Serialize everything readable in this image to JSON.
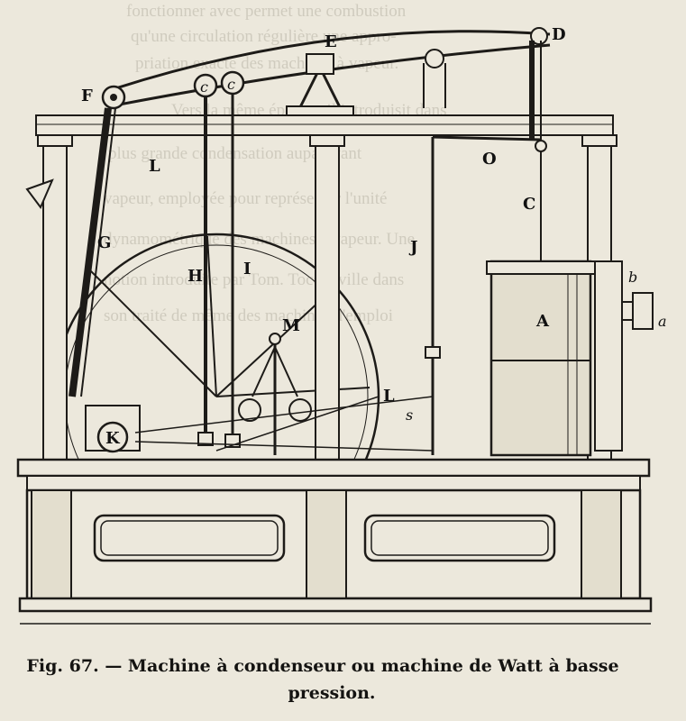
{
  "figure": {
    "caption_line1": "Fig. 67. — Machine à condenseur ou machine de Watt à basse",
    "caption_line2": "pression.",
    "labels": {
      "A": "A",
      "C": "C",
      "D": "D",
      "E": "E",
      "F": "F",
      "G": "G",
      "H": "H",
      "I": "I",
      "J": "J",
      "K": "K",
      "L1": "L",
      "L2": "L",
      "M": "M",
      "O": "O",
      "c1": "c",
      "c2": "c",
      "b": "b",
      "a": "a",
      "s": "s"
    }
  },
  "bleed_through": [
    "fonctionner avec permet une combustion",
    "qu'une circulation régulière une appro-",
    "priation exacte des machines à vapeur.",
    "Vers la même époque, il introduisit dans",
    "plus grande condensation auparavant",
    "vapeur, employée pour représenter l'unité",
    "dynamométrique des machines à vapeur. Une",
    "notion introduite par Tom. Tocqueville dans",
    "son traité de même des machines d'emploi"
  ],
  "colors": {
    "paper": "#ece8dc",
    "ink": "#1b1a18",
    "bleed": "#b9b4a6"
  }
}
